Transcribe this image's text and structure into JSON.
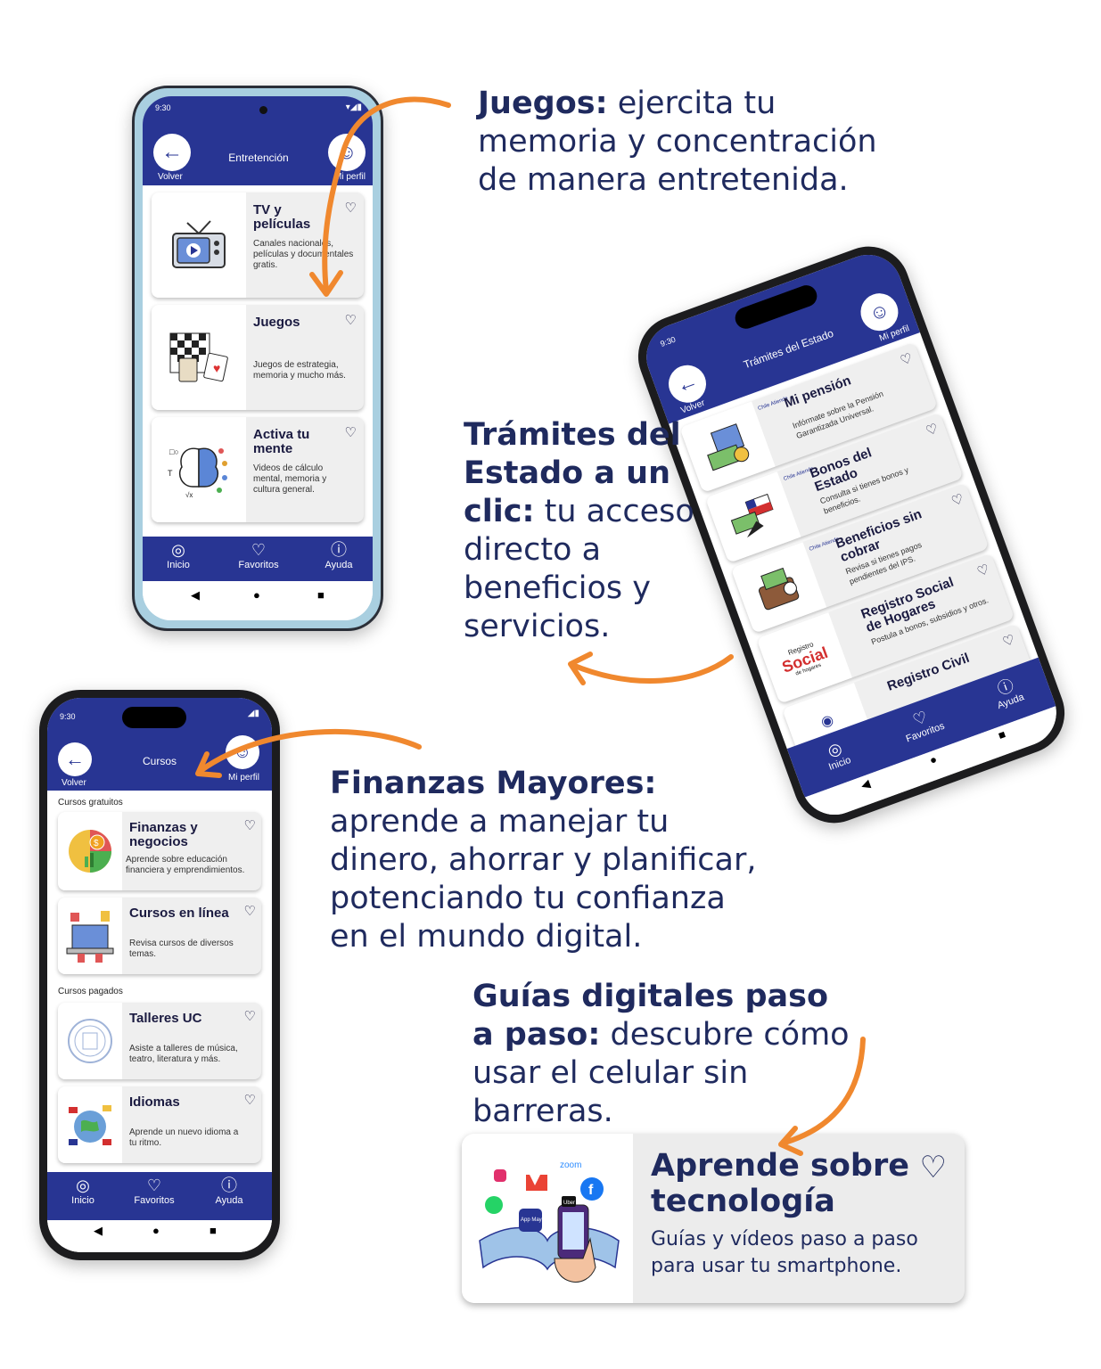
{
  "status_time": "9:30",
  "nav_icons": {
    "back": "◀",
    "home": "●",
    "recent": "■"
  },
  "tabs": {
    "home": "Inicio",
    "favorites": "Favoritos",
    "help": "Ayuda"
  },
  "header_common": {
    "back_label": "Volver",
    "profile_label": "Mi perfil"
  },
  "phone1": {
    "title": "Entretención",
    "cards": [
      {
        "title": "TV y películas",
        "desc": "Canales nacionales, películas y documentales gratis."
      },
      {
        "title": "Juegos",
        "desc": "Juegos de estrategia, memoria y mucho más."
      },
      {
        "title": "Activa tu mente",
        "desc": "Videos de cálculo mental, memoria y cultura general."
      }
    ]
  },
  "phone2": {
    "title": "Trámites del Estado",
    "gov_badge": "Chile Atiende",
    "cards": [
      {
        "title": "Mi pensión",
        "desc": "Infórmate sobre la Pensión Garantizada Universal."
      },
      {
        "title": "Bonos del Estado",
        "desc": "Consulta si tienes bonos y beneficios."
      },
      {
        "title": "Beneficios sin cobrar",
        "desc": "Revisa si tienes pagos pendientes del IPS."
      },
      {
        "title": "Registro Social de Hogares",
        "desc": "Postula a bonos, subsidios y otros."
      },
      {
        "title": "Registro Civil",
        "desc": ""
      }
    ],
    "registro_logo": {
      "line1": "Registro",
      "line2": "Social",
      "line3": "de hogares"
    }
  },
  "phone3": {
    "title": "Cursos",
    "section_free": "Cursos gratuitos",
    "section_paid": "Cursos pagados",
    "cards": [
      {
        "title": "Finanzas y negocios",
        "desc": "Aprende sobre educación financiera y emprendimientos."
      },
      {
        "title": "Cursos en línea",
        "desc": "Revisa cursos de diversos temas."
      },
      {
        "title": "Talleres UC",
        "desc": "Asiste a talleres de música, teatro, literatura y más."
      },
      {
        "title": "Idiomas",
        "desc": "Aprende un nuevo idioma a tu ritmo."
      }
    ]
  },
  "captions": {
    "juegos": {
      "bold": "Juegos:",
      "rest": "ejercita tu memoria y concentración de manera entretenida."
    },
    "tramites": {
      "bold": "Trámites del Estado a un clic:",
      "rest": "tu acceso directo a beneficios y servicios."
    },
    "finanzas": {
      "bold": "Finanzas Mayores:",
      "rest": "aprende a manejar tu dinero, ahorrar y planificar, potenciando tu confianza en el mundo digital."
    },
    "guias": {
      "bold": "Guías digitales paso a paso:",
      "rest": "descubre cómo usar el celular sin barreras."
    }
  },
  "big_card": {
    "title": "Aprende sobre tecnología",
    "desc": "Guías y vídeos paso a paso para usar tu smartphone.",
    "app_labels": {
      "zoom": "zoom",
      "uber": "Uber",
      "app_mayor": "App Mayor"
    }
  },
  "colors": {
    "primary": "#283593",
    "text_dark": "#1f2a5e",
    "arrow": "#f0882e",
    "card_bg": "#efefef"
  }
}
